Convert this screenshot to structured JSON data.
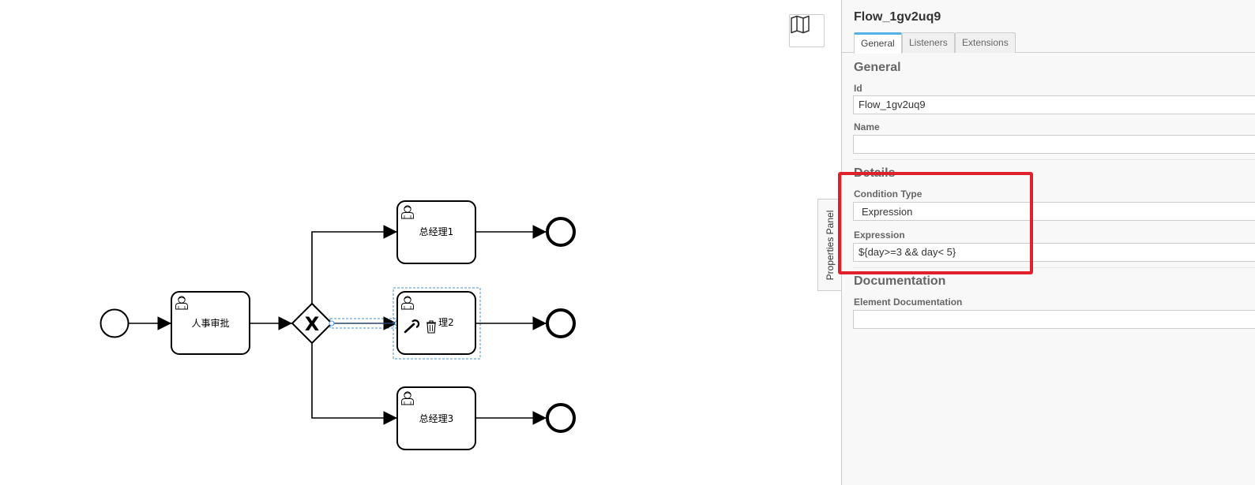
{
  "diagram": {
    "tasks": [
      {
        "id": "hr",
        "label": "人事审批"
      },
      {
        "id": "gm1",
        "label": "总经理1"
      },
      {
        "id": "gm2",
        "label": "理2"
      },
      {
        "id": "gm3",
        "label": "总经理3"
      }
    ],
    "gateway_symbol": "X"
  },
  "panel": {
    "toggle_label": "Properties Panel",
    "title": "Flow_1gv2uq9",
    "tabs": [
      "General",
      "Listeners",
      "Extensions"
    ],
    "active_tab": "General",
    "general_group": "General",
    "id_label": "Id",
    "id_value": "Flow_1gv2uq9",
    "name_label": "Name",
    "name_value": "",
    "details_group": "Details",
    "condition_type_label": "Condition Type",
    "condition_type_value": "Expression",
    "expression_label": "Expression",
    "expression_value": "${day>=3 && day< 5}",
    "documentation_group": "Documentation",
    "element_documentation_label": "Element Documentation",
    "element_documentation_value": ""
  },
  "colors": {
    "highlight": "#e0202a",
    "selection": "#4a90d9",
    "active_tab_accent": "#52b1e6"
  }
}
